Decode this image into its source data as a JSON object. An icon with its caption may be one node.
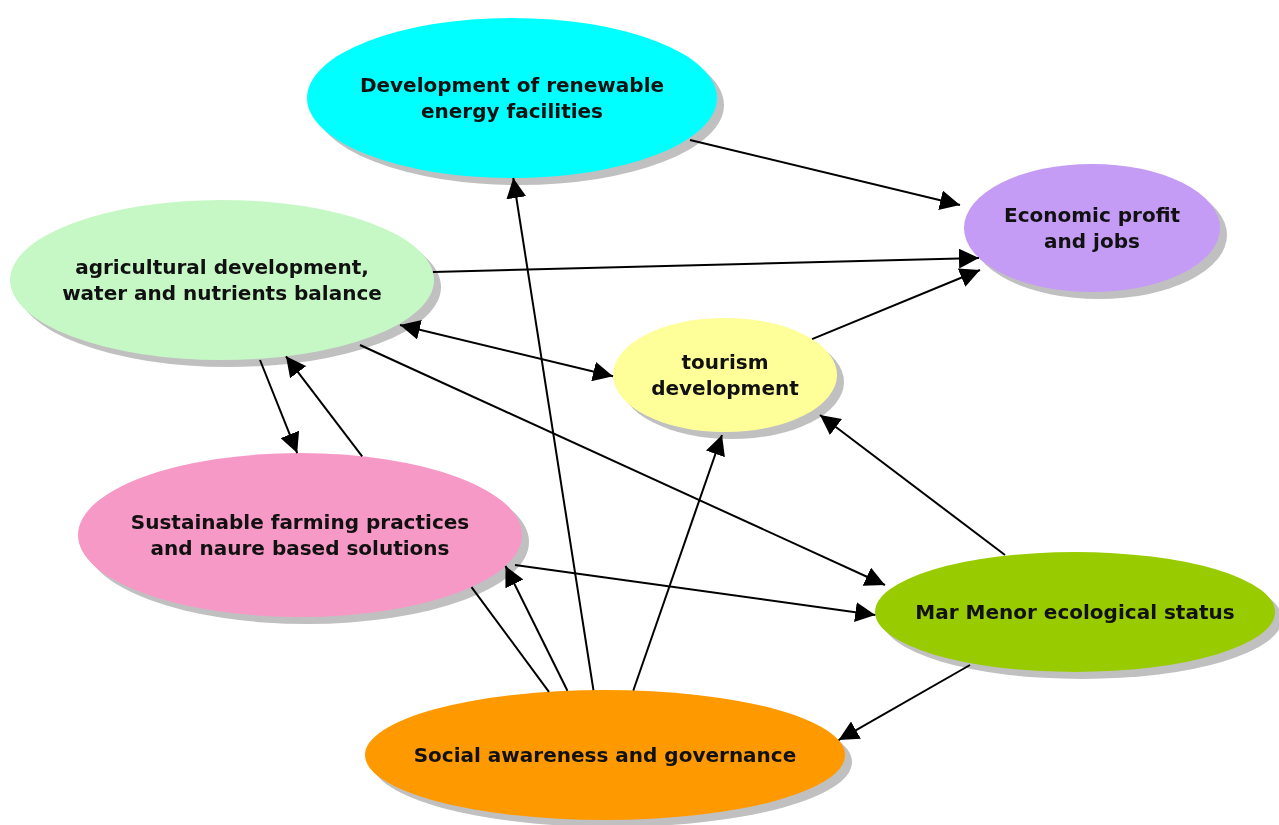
{
  "diagram": {
    "nodes": [
      {
        "text": [
          "Development of renewable energy facilities"
        ]
      },
      {
        "text": [
          "Economic profit and jobs"
        ]
      },
      {
        "text": [
          "agricultural development, water and nutrients balance"
        ]
      },
      {
        "text": [
          "tourism development"
        ]
      },
      {
        "text": [
          "Sustainable farming practices and naure based solutions"
        ]
      },
      {
        "text": [
          "Mar Menor ecological status"
        ]
      },
      {
        "text": [
          "Social awareness and governance"
        ]
      }
    ],
    "edges": [
      {
        "from": 0,
        "to": 1,
        "arrow": "to"
      },
      {
        "from": 2,
        "to": 1,
        "arrow": "to"
      },
      {
        "from": 3,
        "to": 1,
        "arrow": "to"
      },
      {
        "from": 2,
        "to": 3,
        "arrow": "both"
      },
      {
        "from": 2,
        "to": 4,
        "arrow": "to"
      },
      {
        "from": 4,
        "to": 2,
        "arrow": "to"
      },
      {
        "from": 2,
        "to": 5,
        "arrow": "to"
      },
      {
        "from": 4,
        "to": 5,
        "arrow": "to"
      },
      {
        "from": 5,
        "to": 3,
        "arrow": "to"
      },
      {
        "from": 5,
        "to": 6,
        "arrow": "to"
      },
      {
        "from": 6,
        "to": 0,
        "arrow": "to"
      },
      {
        "from": 6,
        "to": 3,
        "arrow": "to"
      },
      {
        "from": 6,
        "to": 4,
        "arrow": "to"
      },
      {
        "from": 6,
        "to": 4,
        "arrow": "none"
      }
    ]
  }
}
